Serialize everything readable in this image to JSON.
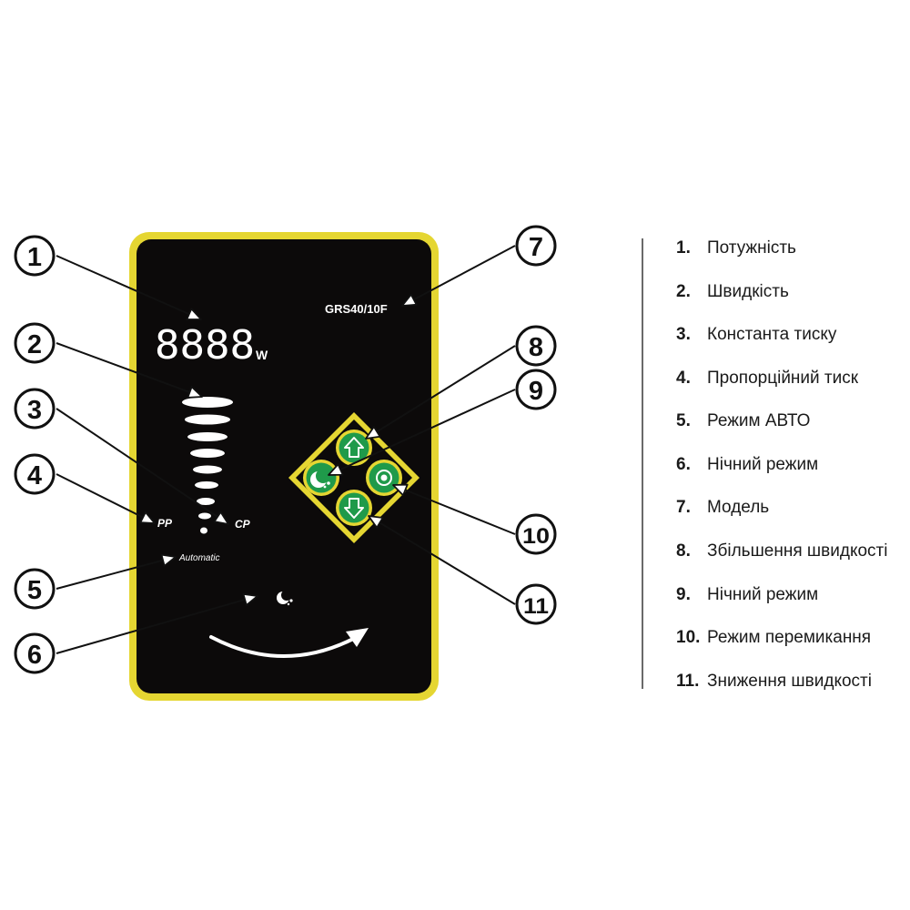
{
  "panel": {
    "display_digits": "8888",
    "display_unit": "W",
    "model": "GRS40/10F",
    "pp_label": "PP",
    "cp_label": "CP",
    "automatic_label": "Automatic"
  },
  "callouts": [
    "1",
    "2",
    "3",
    "4",
    "5",
    "6",
    "7",
    "8",
    "9",
    "10",
    "11"
  ],
  "legend": [
    {
      "num": "1.",
      "label": "Потужність"
    },
    {
      "num": "2.",
      "label": "Швидкість"
    },
    {
      "num": "3.",
      "label": "Константа тиску"
    },
    {
      "num": "4.",
      "label": "Пропорційний тиск"
    },
    {
      "num": "5.",
      "label": "Режим АВТО"
    },
    {
      "num": "6.",
      "label": "Нічний режим"
    },
    {
      "num": "7.",
      "label": "Модель"
    },
    {
      "num": "8.",
      "label": "Збільшення швидкості"
    },
    {
      "num": "9.",
      "label": "Нічний режим"
    },
    {
      "num": "10.",
      "label": "Режим перемикання"
    },
    {
      "num": "11.",
      "label": "Зниження швидкості"
    }
  ],
  "colors": {
    "panel_bg": "#0c0a0a",
    "frame": "#e5d632",
    "button_green": "#1f9a4a",
    "white": "#ffffff"
  },
  "icons": [
    "up-arrow-icon",
    "moon-stars-icon",
    "power-mode-icon",
    "down-arrow-icon",
    "night-mode-icon",
    "curved-arrow-icon"
  ]
}
